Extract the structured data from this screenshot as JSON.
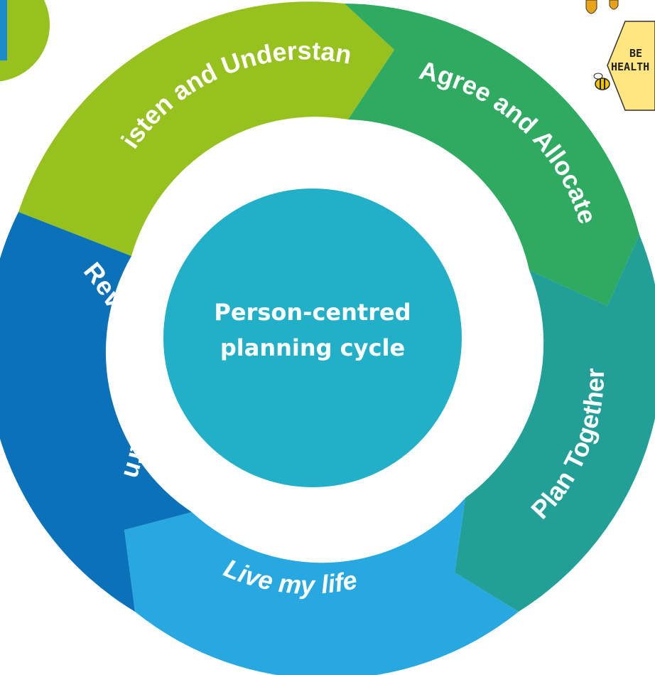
{
  "diagram": {
    "center": {
      "line1": "Person-centred",
      "line2": "planning cycle",
      "color": "#22AFC8"
    },
    "segments": [
      {
        "label": "Listen and Understand",
        "color": "#96C11F"
      },
      {
        "label": "Agree and Allocate",
        "color": "#2EAA61"
      },
      {
        "label": "Plan Together",
        "color": "#229F96"
      },
      {
        "label": "Live my life",
        "color": "#27A8E0"
      },
      {
        "label": "Review and Learn",
        "color": "#0B72B9"
      }
    ]
  },
  "corner_left": {
    "outer_color": "#96C11F",
    "inner_color": "#1C8ACB"
  },
  "badge": {
    "line1": "BE",
    "line2": "HEALTH",
    "color": "#FFE680",
    "icon": "bee-icon"
  }
}
